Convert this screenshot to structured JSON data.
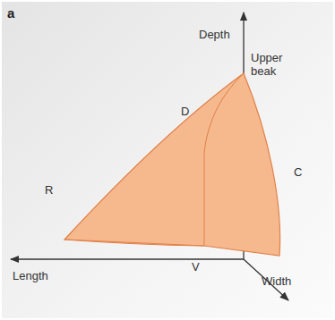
{
  "diagram": {
    "labels": [
      "a",
      "Depth",
      "Upper beak",
      "D",
      "R",
      "C",
      "V",
      "Length",
      "Width"
    ]
  }
}
